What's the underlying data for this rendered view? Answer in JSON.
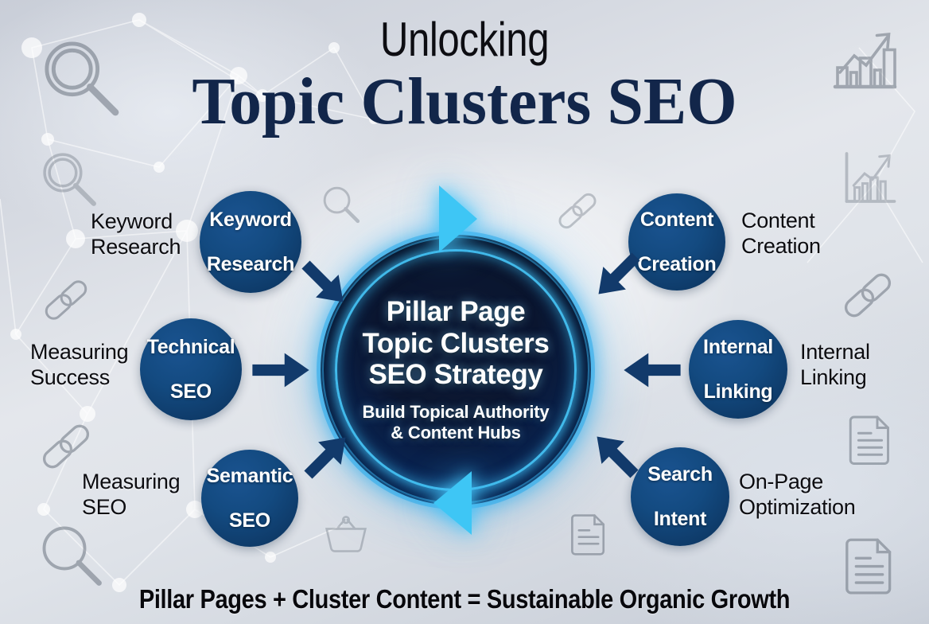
{
  "title": {
    "line1": "Unlocking",
    "line2": "Topic Clusters SEO"
  },
  "hub": {
    "main_line1": "Pillar Page",
    "main_line2": "Topic Clusters",
    "main_line3": "SEO Strategy",
    "sub_line1": "Build Topical Authority",
    "sub_line2": "& Content Hubs"
  },
  "nodes": [
    {
      "id": "keyword-research",
      "line1": "Keyword",
      "line2": "Research"
    },
    {
      "id": "technical-seo",
      "line1": "Technical",
      "line2": "SEO"
    },
    {
      "id": "semantic-seo",
      "line1": "Semantic",
      "line2": "SEO"
    },
    {
      "id": "content-creation",
      "line1": "Content",
      "line2": "Creation"
    },
    {
      "id": "internal-linking",
      "line1": "Internal",
      "line2": "Linking"
    },
    {
      "id": "search-intent",
      "line1": "Search",
      "line2": "Intent"
    }
  ],
  "outer_labels": [
    {
      "id": "keyword-research",
      "line1": "Keyword",
      "line2": "Research"
    },
    {
      "id": "measuring-success",
      "line1": "Measuring",
      "line2": "Success"
    },
    {
      "id": "measuring-seo",
      "line1": "Measuring",
      "line2": "SEO"
    },
    {
      "id": "content-creation",
      "line1": "Content",
      "line2": "Creation"
    },
    {
      "id": "internal-linking",
      "line1": "Internal",
      "line2": "Linking"
    },
    {
      "id": "on-page-optimization",
      "line1": "On-Page",
      "line2": "Optimization"
    }
  ],
  "caption": "Pillar Pages + Cluster Content = Sustainable Organic Growth",
  "decor_icons": [
    "magnifier-icon",
    "magnifier-icon",
    "magnifier-icon",
    "magnifier-icon",
    "chain-link-icon",
    "chain-link-icon",
    "chain-link-icon",
    "chain-link-icon",
    "bar-chart-growth-icon",
    "bar-chart-growth-icon",
    "document-icon",
    "document-icon",
    "document-icon",
    "basket-icon"
  ],
  "colors": {
    "node_blue": "#134a80",
    "hub_navy": "#0b1630",
    "accent_cyan": "#3ec6f5",
    "title_navy": "#12264a",
    "arrow_navy": "#123a6b",
    "decor_gray": "#6b7480"
  }
}
